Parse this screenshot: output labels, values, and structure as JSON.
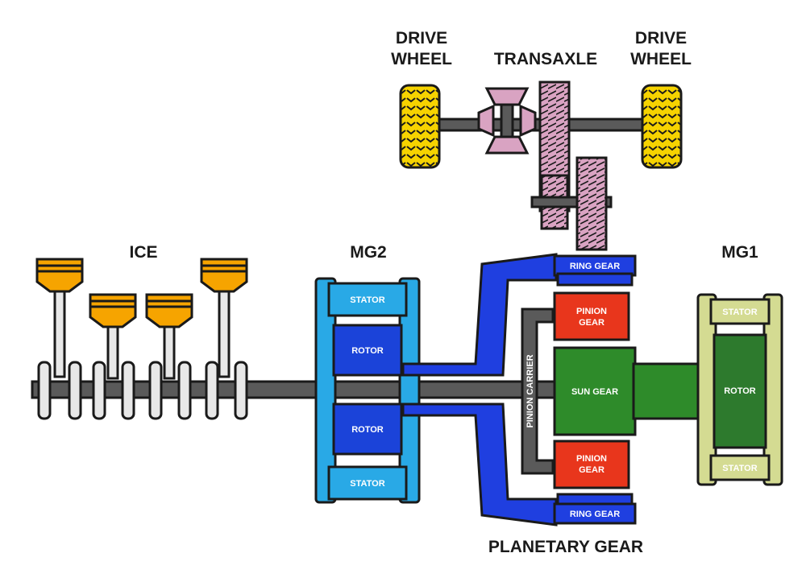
{
  "labels": {
    "drive_wheel_left_line1": "DRIVE",
    "drive_wheel_left_line2": "WHEEL",
    "drive_wheel_right_line1": "DRIVE",
    "drive_wheel_right_line2": "WHEEL",
    "transaxle": "TRANSAXLE",
    "ice": "ICE",
    "mg2": "MG2",
    "mg1": "MG1",
    "planetary_gear": "PLANETARY GEAR"
  },
  "mg2": {
    "stator_top": "STATOR",
    "rotor_top": "ROTOR",
    "rotor_bottom": "ROTOR",
    "stator_bottom": "STATOR"
  },
  "planetary": {
    "ring_gear_top": "RING GEAR",
    "ring_gear_bottom": "RING GEAR",
    "pinion_top_line1": "PINION",
    "pinion_top_line2": "GEAR",
    "pinion_bottom_line1": "PINION",
    "pinion_bottom_line2": "GEAR",
    "sun_gear": "SUN GEAR",
    "pinion_carrier": "PINION CARRIER"
  },
  "mg1": {
    "stator_top": "STATOR",
    "rotor": "ROTOR",
    "stator_bottom": "STATOR"
  },
  "colors": {
    "ring_blue": "#1f3fe0",
    "mg2_light_blue": "#29a9e6",
    "mg2_rotor_blue": "#1b43d9",
    "pinion_red": "#e8361c",
    "sun_green": "#2e8b2a",
    "mg1_khaki": "#d4db92",
    "mg1_rotor_green": "#2d7a2d",
    "piston_orange": "#f6a400",
    "tire_yellow": "#f6d300",
    "gear_pink": "#d9a3c2",
    "shaft_gray": "#5a5a5a"
  }
}
